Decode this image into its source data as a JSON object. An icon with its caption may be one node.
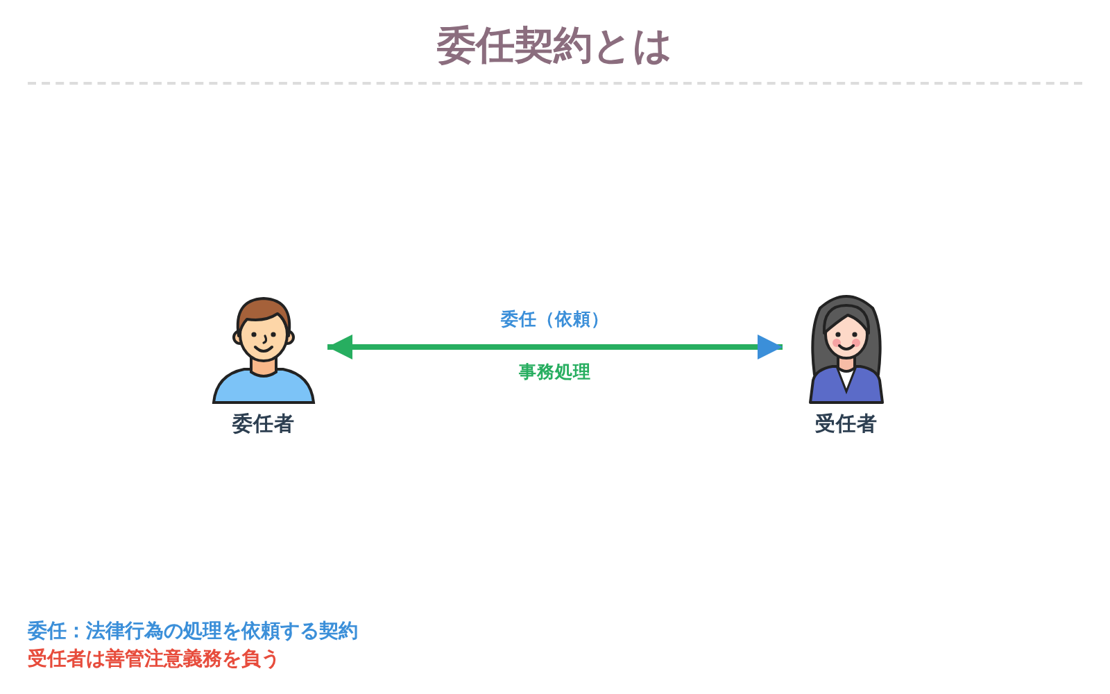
{
  "diagram": {
    "title": "委任契約とは",
    "nodes": [
      {
        "text": [
          "委任者"
        ]
      },
      {
        "text": [
          "受任者"
        ]
      }
    ],
    "edges": [
      {
        "from": 0,
        "to": 1,
        "arrow": "both",
        "label": "事務処理",
        "color": "#27ae60"
      }
    ],
    "labels": [
      "委任（依頼）",
      "委任：法律行為の処理を依頼する契約",
      "受任者は善管注意義務を負う"
    ]
  }
}
